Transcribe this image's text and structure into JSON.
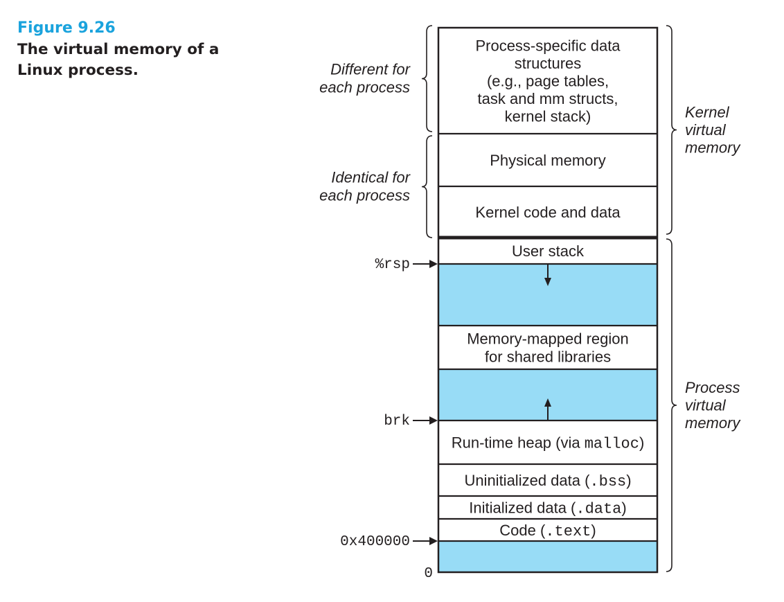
{
  "caption": {
    "figure_number": "Figure 9.26",
    "title": "The virtual memory of a Linux process."
  },
  "colors": {
    "caption_accent": "#1aa3dd",
    "unused_region_fill": "#98dcf6",
    "line": "#231f20"
  },
  "segments": [
    {
      "id": "process-specific-data-structures",
      "lines": [
        [
          {
            "t": "Process-specific data"
          }
        ],
        [
          {
            "t": "structures"
          }
        ],
        [
          {
            "t": "(e.g., page tables,"
          }
        ],
        [
          {
            "t": "task and mm structs,"
          }
        ],
        [
          {
            "t": "kernel stack)"
          }
        ]
      ],
      "fill": "white"
    },
    {
      "id": "physical-memory",
      "lines": [
        [
          {
            "t": "Physical memory"
          }
        ]
      ],
      "fill": "white"
    },
    {
      "id": "kernel-code-and-data",
      "lines": [
        [
          {
            "t": "Kernel code and data"
          }
        ]
      ],
      "fill": "white"
    },
    {
      "id": "user-stack",
      "lines": [
        [
          {
            "t": "User stack"
          }
        ]
      ],
      "fill": "white"
    },
    {
      "id": "stack-growth-gap",
      "lines": [],
      "fill": "blue",
      "growth": "down"
    },
    {
      "id": "memory-mapped-region",
      "lines": [
        [
          {
            "t": "Memory-mapped region"
          }
        ],
        [
          {
            "t": "for shared libraries"
          }
        ]
      ],
      "fill": "white"
    },
    {
      "id": "heap-growth-gap",
      "lines": [],
      "fill": "blue",
      "growth": "up"
    },
    {
      "id": "run-time-heap",
      "lines": [
        [
          {
            "t": "Run-time heap (via "
          },
          {
            "t": "malloc",
            "mono": true
          },
          {
            "t": ")"
          }
        ]
      ],
      "fill": "white"
    },
    {
      "id": "uninitialized-data",
      "lines": [
        [
          {
            "t": "Uninitialized data ("
          },
          {
            "t": ".bss",
            "mono": true
          },
          {
            "t": ")"
          }
        ]
      ],
      "fill": "white"
    },
    {
      "id": "initialized-data",
      "lines": [
        [
          {
            "t": "Initialized data ("
          },
          {
            "t": ".data",
            "mono": true
          },
          {
            "t": ")"
          }
        ]
      ],
      "fill": "white"
    },
    {
      "id": "code-text",
      "lines": [
        [
          {
            "t": "Code ("
          },
          {
            "t": ".text",
            "mono": true
          },
          {
            "t": ")"
          }
        ]
      ],
      "fill": "white"
    },
    {
      "id": "reserved-low-region",
      "lines": [],
      "fill": "blue"
    }
  ],
  "left_braces": [
    {
      "id": "different-for-each-process",
      "lines": [
        "Different for",
        "each process"
      ]
    },
    {
      "id": "identical-for-each-process",
      "lines": [
        "Identical for",
        "each process"
      ]
    }
  ],
  "right_braces": [
    {
      "id": "kernel-virtual-memory",
      "lines": [
        "Kernel",
        "virtual",
        "memory"
      ]
    },
    {
      "id": "process-virtual-memory",
      "lines": [
        "Process",
        "virtual",
        "memory"
      ]
    }
  ],
  "pointers": [
    {
      "id": "rsp-pointer",
      "label": "%rsp",
      "arrow": true
    },
    {
      "id": "brk-pointer",
      "label": "brk",
      "arrow": true
    },
    {
      "id": "text-start-pointer",
      "label": "0x400000",
      "arrow": true
    },
    {
      "id": "zero-address",
      "label": "0",
      "arrow": false
    }
  ]
}
